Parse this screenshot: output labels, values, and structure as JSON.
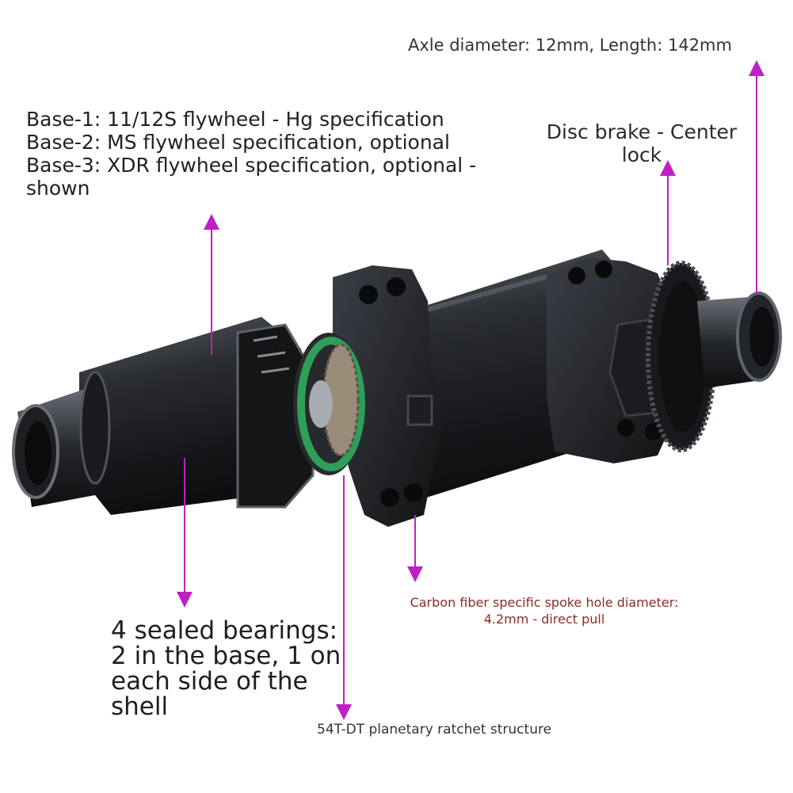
{
  "labels": {
    "axle": "Axle diameter: 12mm, Length: 142mm",
    "base_lines": [
      "Base-1: 11/12S flywheel - Hg specification",
      "Base-2: MS flywheel specification, optional",
      "Base-3: XDR flywheel specification, optional -",
      "shown"
    ],
    "disc_brake_lines": [
      "Disc brake - Center",
      "lock"
    ],
    "spoke_lines": [
      "Carbon fiber specific spoke hole diameter:",
      "4.2mm - direct pull"
    ],
    "bearings_lines": [
      "4 sealed bearings:",
      "2 in the base, 1 on",
      "each side of the",
      "shell"
    ],
    "ratchet": "54T-DT planetary ratchet structure"
  },
  "colors": {
    "arrow": "#c01fc4",
    "hub_body": "#1d1f22",
    "hub_highlight": "#5c6168",
    "ratchet_ring": "#2f9e58",
    "spoke_text": "#8b2d22"
  }
}
